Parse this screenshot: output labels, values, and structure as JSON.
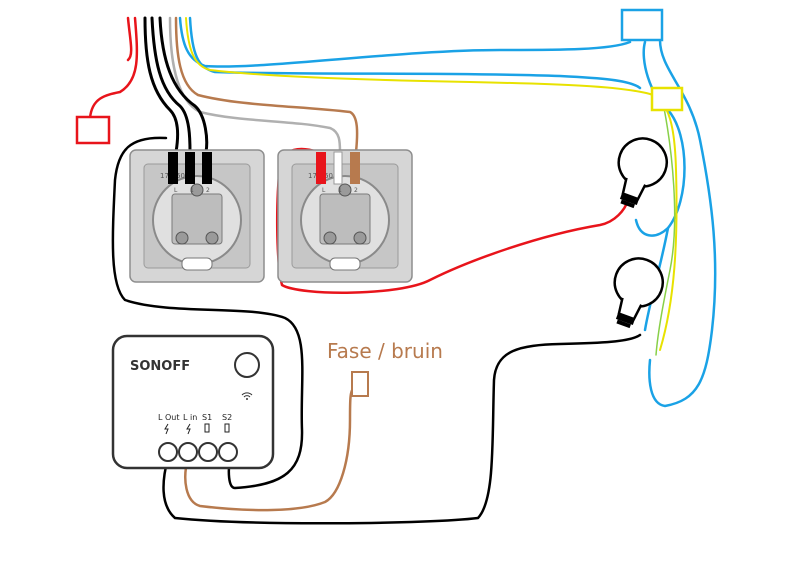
{
  "annotation": {
    "phase_label": "Fase / bruin"
  },
  "sonoff": {
    "brand": "SONOFF",
    "terminals": [
      {
        "label": "L Out"
      },
      {
        "label": "L in"
      },
      {
        "label": "S1"
      },
      {
        "label": "S2"
      }
    ]
  },
  "switches": [
    {
      "label": "170",
      "code": "60",
      "terminals": [
        "L",
        "1",
        "2"
      ]
    },
    {
      "label": "170",
      "code": "60",
      "terminals": [
        "L",
        "1",
        "2"
      ]
    }
  ],
  "colors": {
    "black": "#000000",
    "red": "#e8141b",
    "brown": "#b77a4e",
    "blue": "#1aa2e6",
    "yellow": "#e8e200",
    "grey": "#b0b0b0",
    "green": "#88d048",
    "switch_body": "#d6d6d6",
    "sonoff_border": "#333333"
  },
  "icons": [
    "lamp-icon",
    "lamp-icon",
    "wifi-icon",
    "bolt-icon",
    "junction-box-icon"
  ]
}
